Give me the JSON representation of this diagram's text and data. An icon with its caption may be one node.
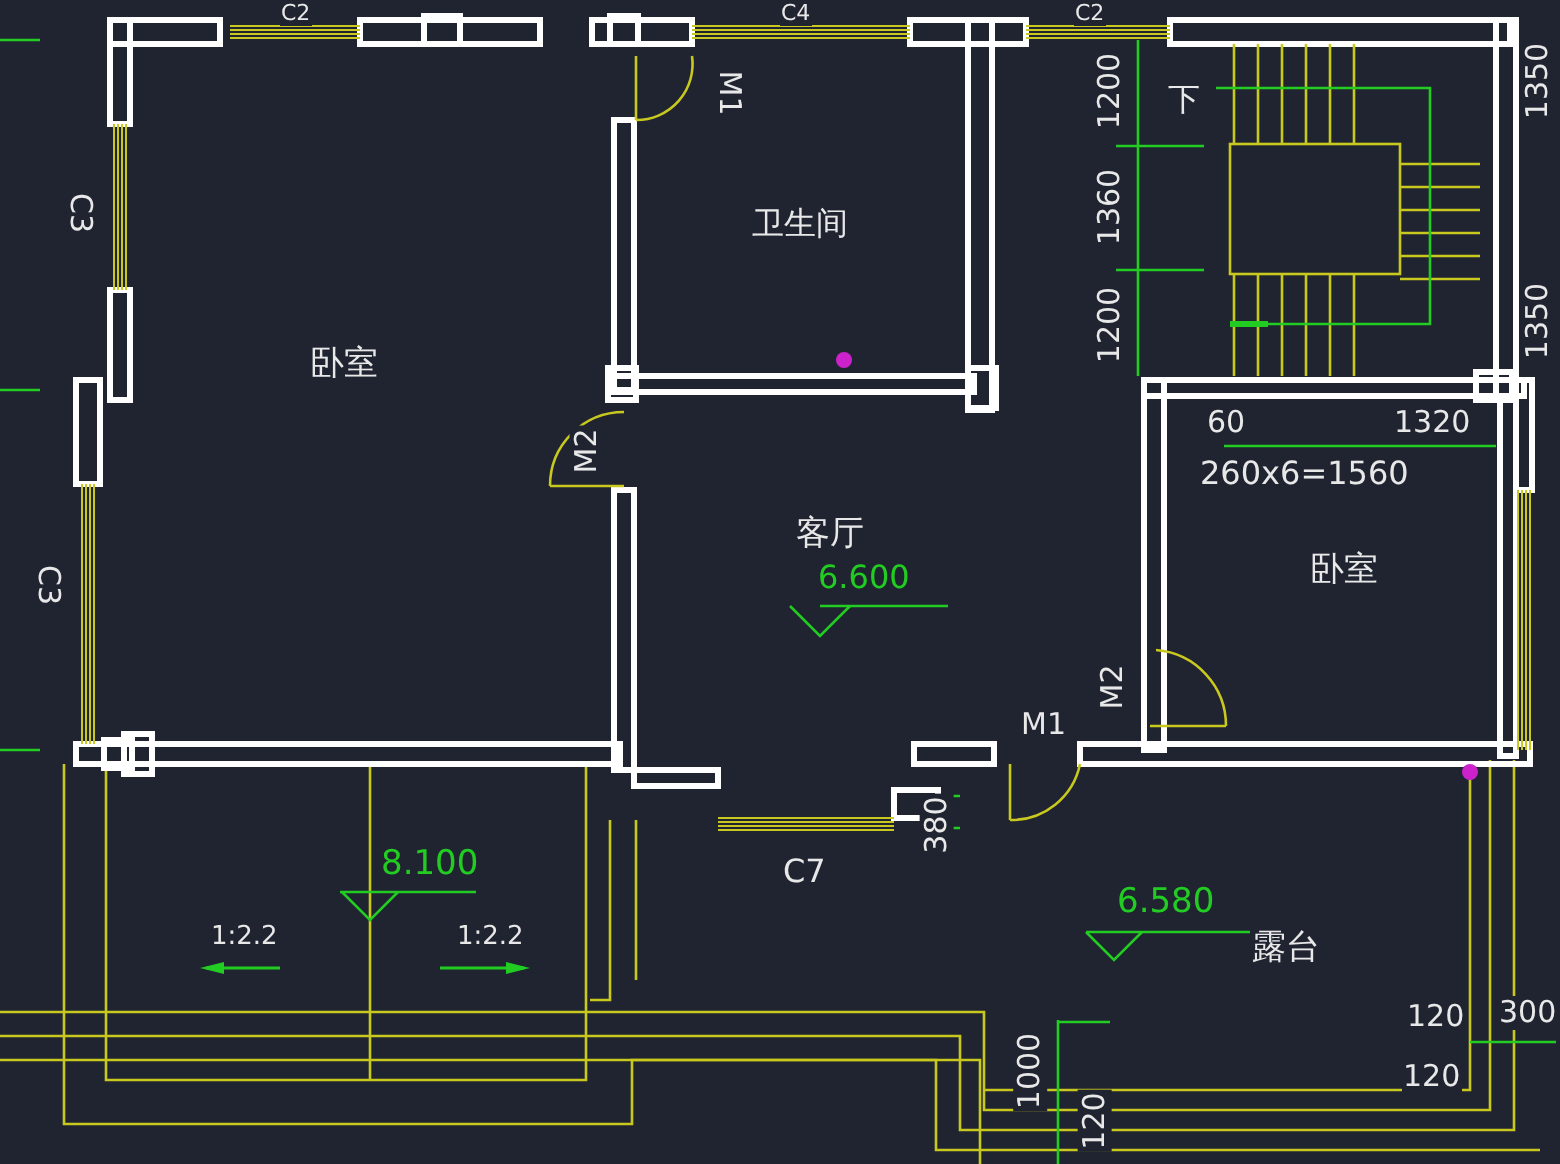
{
  "diagram": {
    "labels": [
      "C2",
      "C4",
      "C2",
      "M1",
      "1200",
      "1360",
      "1200",
      "下",
      "1350",
      "1350",
      "C3",
      "卫生间",
      "C3",
      "卧室",
      "M2",
      "60",
      "1320",
      "260x6=1560",
      "客厅",
      "6.600",
      "卧室",
      "M2",
      "M1",
      "C7",
      "380",
      "8.100",
      "1:2.2",
      "1:2.2",
      "6.580",
      "露台",
      "120",
      "300",
      "120",
      "1000",
      "120"
    ]
  }
}
